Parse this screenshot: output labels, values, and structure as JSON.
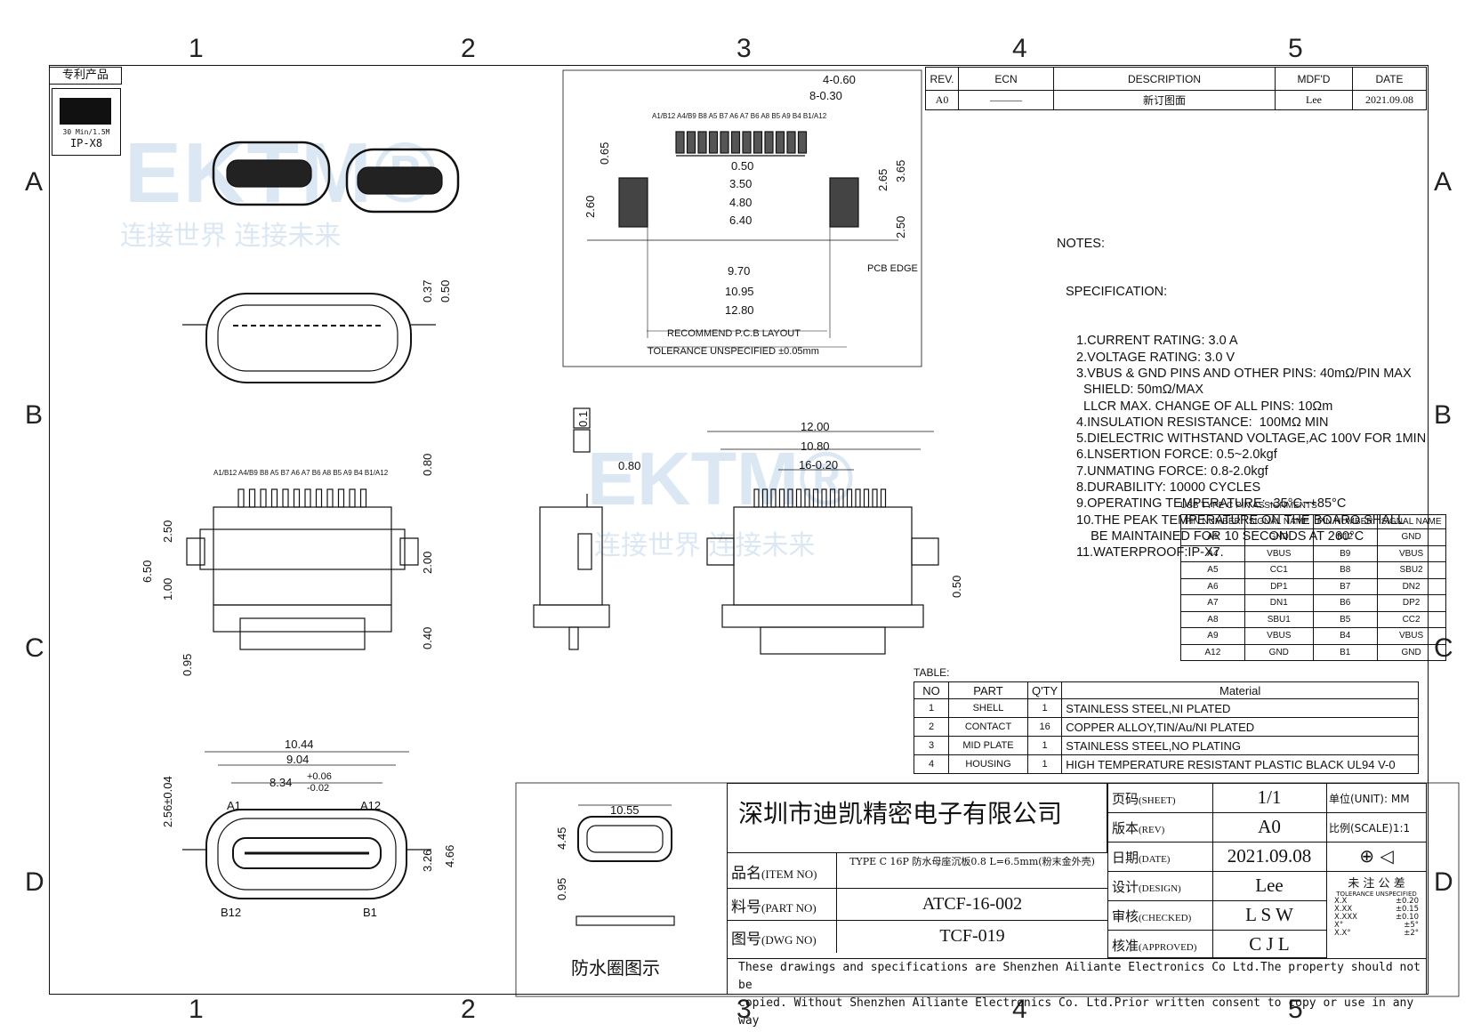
{
  "border_zones": {
    "columns": [
      "1",
      "2",
      "3",
      "4",
      "5"
    ],
    "rows": [
      "A",
      "B",
      "C",
      "D"
    ]
  },
  "patent_badge": {
    "label": "专利产品",
    "line1": "30 Min/1.5M",
    "line2": "IP-X8"
  },
  "watermark": {
    "logo": "EKTM®",
    "slogan": "连接世界 连接未来"
  },
  "revision_table": {
    "headers": [
      "REV.",
      "ECN",
      "DESCRIPTION",
      "MDF'D",
      "DATE"
    ],
    "row": [
      "A0",
      "———",
      "新订图面",
      "Lee",
      "2021.09.08"
    ]
  },
  "pcb_layout": {
    "title": "RECOMMEND P.C.B LAYOUT",
    "tolerance": "TOLERANCE UNSPECIFIED ±0.05mm",
    "pin_labels": "A1/B12 A4/B9 B8 A5 B7 A6 A7 B6 A8 B5 A9 B4 B1/A12",
    "edge_label": "PCB EDGE",
    "dims": {
      "pitch1": "4-0.60",
      "pitch2": "8-0.30",
      "d050": "0.50",
      "d350": "3.50",
      "d480": "4.80",
      "d640": "6.40",
      "d970": "9.70",
      "d1095": "10.95",
      "d1280": "12.80",
      "d065": "0.65",
      "d260": "2.60",
      "d265": "2.65",
      "d365": "3.65",
      "d250": "2.50"
    }
  },
  "notes": {
    "title": "NOTES:",
    "spec": "SPECIFICATION:",
    "lines": [
      "1.CURRENT RATING: 3.0 A",
      "2.VOLTAGE RATING: 3.0 V",
      "3.VBUS & GND PINS AND OTHER PINS: 40mΩ/PIN MAX",
      "  SHIELD: 50mΩ/MAX",
      "  LLCR MAX. CHANGE OF ALL PINS: 10Ωm",
      "4.INSULATION RESISTANCE:  100MΩ MIN",
      "5.DIELECTRIC WITHSTAND VOLTAGE,AC 100V FOR 1MIN",
      "6.LNSERTION FORCE: 0.5~2.0kgf",
      "7.UNMATING FORCE: 0.8-2.0kgf",
      "8.DURABILITY: 10000 CYCLES",
      "9.OPERATING TEMPERATURE: -35°C~+85°C",
      "10.THE PEAK TEMPERATURE ON THE BOARO SHALL",
      "    BE MAINTAINED FOR 10 SECONDS AT 260°C",
      "11.WATERPROOF:IP-X7."
    ]
  },
  "pin_table": {
    "title": "USB TYPE C PIN ASSIGNMENTS",
    "headers": [
      "PIN NUMBER",
      "SIGNAL NAME",
      "PIN NUMBER",
      "SIGNAL NAME"
    ],
    "rows": [
      [
        "A1",
        "GND",
        "B12",
        "GND"
      ],
      [
        "A4",
        "VBUS",
        "B9",
        "VBUS"
      ],
      [
        "A5",
        "CC1",
        "B8",
        "SBU2"
      ],
      [
        "A6",
        "DP1",
        "B7",
        "DN2"
      ],
      [
        "A7",
        "DN1",
        "B6",
        "DP2"
      ],
      [
        "A8",
        "SBU1",
        "B5",
        "CC2"
      ],
      [
        "A9",
        "VBUS",
        "B4",
        "VBUS"
      ],
      [
        "A12",
        "GND",
        "B1",
        "GND"
      ]
    ]
  },
  "bom": {
    "title": "TABLE:",
    "headers": [
      "NO",
      "PART",
      "Q'TY",
      "Material"
    ],
    "rows": [
      [
        "1",
        "SHELL",
        "1",
        "STAINLESS  STEEL,NI  PLATED"
      ],
      [
        "2",
        "CONTACT",
        "16",
        "COPPER  ALLOY,TIN/Au/NI  PLATED"
      ],
      [
        "3",
        "MID PLATE",
        "1",
        "STAINLESS  STEEL,NO  PLATING"
      ],
      [
        "4",
        "HOUSING",
        "1",
        "HIGH  TEMPERATURE  RESISTANT  PLASTIC  BLACK  UL94  V-0"
      ]
    ]
  },
  "views": {
    "front_dims": {
      "h037": "0.37",
      "h050": "0.50"
    },
    "top_dims": {
      "pins": "A1/B12 A4/B9 B8 A5 B7 A6 A7 B6 A8 B5 A9 B4 B1/A12",
      "d080": "0.80",
      "d250": "2.50",
      "d650": "6.50",
      "d100": "1.00",
      "d095": "0.95",
      "d200": "2.00",
      "d040": "0.40"
    },
    "side_dims": {
      "flat": "0.1",
      "d080": "0.80"
    },
    "rear_dims": {
      "d1200": "12.00",
      "d1080": "10.80",
      "pitch": "16-0.20",
      "d050": "0.50"
    },
    "mating_dims": {
      "d1044": "10.44",
      "d904": "9.04",
      "d834": "8.34",
      "tol_p": "+0.06",
      "tol_m": "-0.02",
      "d256": "2.56±0.04",
      "d326": "3.26",
      "d466": "4.66",
      "a1": "A1",
      "a12": "A12",
      "b12": "B12",
      "b1": "B1"
    },
    "gasket": {
      "d1055": "10.55",
      "d445": "4.45",
      "d095": "0.95",
      "caption": "防水圈图示"
    }
  },
  "title_block": {
    "company": "深圳市迪凯精密电子有限公司",
    "item_label": "品名",
    "item_label_en": "(ITEM NO)",
    "item_value": "TYPE C 16P 防水母座沉板0.8 L=6.5mm(粉末金外壳)",
    "part_label": "料号",
    "part_label_en": "(PART NO)",
    "part_value": "ATCF-16-002",
    "dwg_label": "图号",
    "dwg_label_en": "(DWG NO)",
    "dwg_value": "TCF-019",
    "sheet_label": "页码",
    "sheet_label_en": "(SHEET)",
    "sheet_value": "1/1",
    "rev_label": "版本",
    "rev_label_en": "(REV)",
    "rev_value": "A0",
    "date_label": "日期",
    "date_label_en": "(DATE)",
    "date_value": "2021.09.08",
    "design_label": "设计",
    "design_label_en": "(DESIGN)",
    "design_value": "Lee",
    "checked_label": "审核",
    "checked_label_en": "(CHECKED)",
    "checked_value": "L S W",
    "approved_label": "核准",
    "approved_label_en": "(APPROVED)",
    "approved_value": "C J L",
    "unit_label": "单位(UNIT)",
    "unit_value": ": MM",
    "scale_label": "比例(SCALE)",
    "scale_value": "1:1",
    "tol_title": "未 注 公 差",
    "tol_sub": "TOLERANCE UNSPECIFIED",
    "tol_rows": [
      [
        "X.X",
        "±0.20"
      ],
      [
        "X.XX",
        "±0.15"
      ],
      [
        "X.XXX",
        "±0.10"
      ],
      [
        "X°",
        "±5°"
      ],
      [
        "X.X°",
        "±2°"
      ]
    ],
    "copyright1": "These drawings and specifications are Shenzhen Ailiante Electronics Co Ltd.The property should not be",
    "copyright2": "copied. Without Shenzhen Ailiante Electronics Co. Ltd.Prior written consent to copy or use in any way"
  }
}
